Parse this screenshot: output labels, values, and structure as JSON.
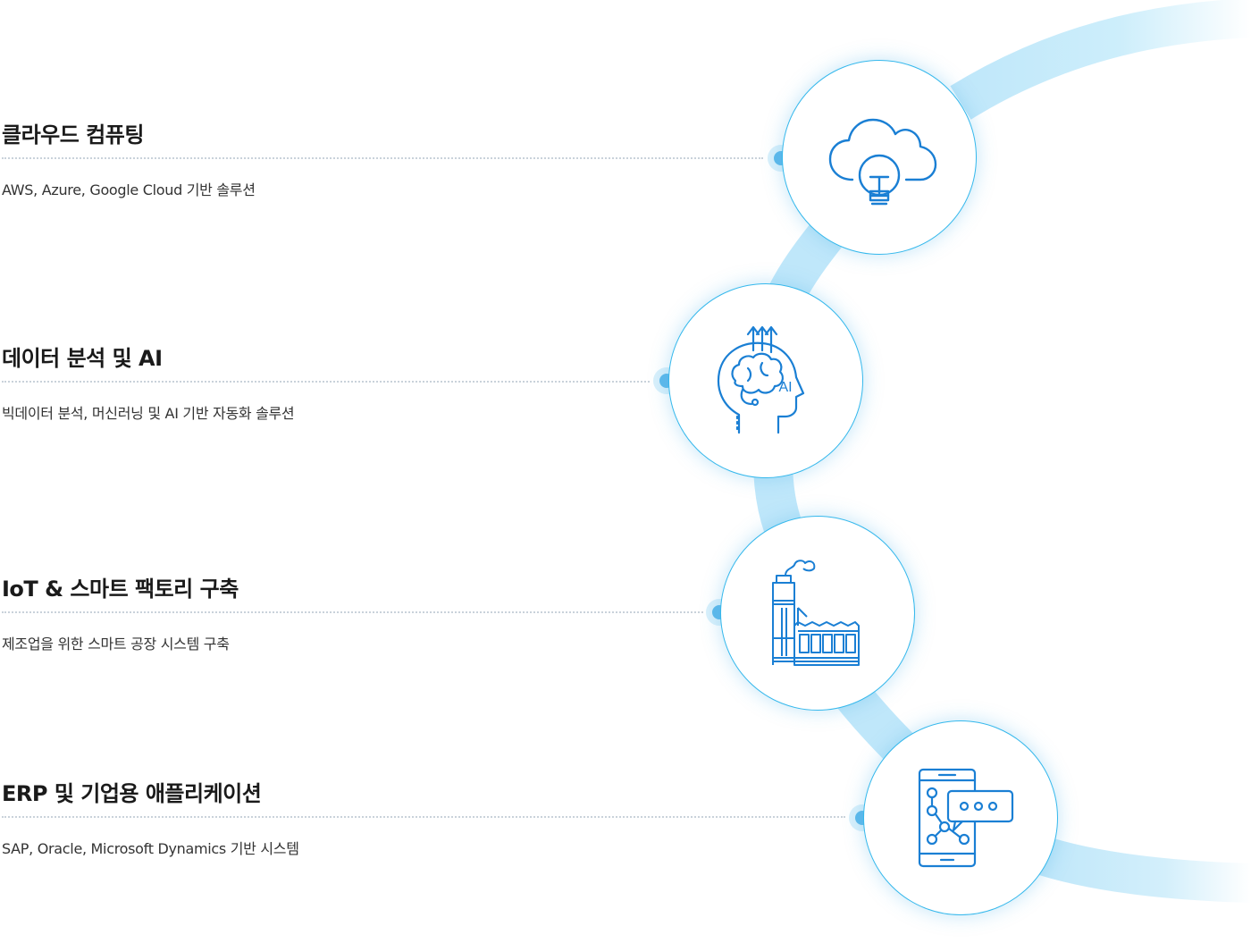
{
  "services": [
    {
      "title": "클라우드 컴퓨팅",
      "description": "AWS, Azure, Google Cloud 기반 솔루션",
      "icon": "cloud-lightbulb-icon"
    },
    {
      "title": "데이터 분석 및 AI",
      "description": "빅데이터 분석, 머신러닝 및 AI 기반 자동화 솔루션",
      "icon": "ai-head-brain-icon",
      "icon_text": "AI"
    },
    {
      "title": "IoT & 스마트 팩토리 구축",
      "description": "제조업을 위한 스마트 공장 시스템 구축",
      "icon": "smart-factory-icon"
    },
    {
      "title": "ERP 및 기업용 애플리케이션",
      "description": "SAP, Oracle, Microsoft Dynamics 기반 시스템",
      "icon": "mobile-app-chat-icon"
    }
  ],
  "colors": {
    "accent": "#35b8ec",
    "icon_blue": "#1a7fd4",
    "path": "#bfe7fa",
    "marker": "#5cb8ea"
  }
}
